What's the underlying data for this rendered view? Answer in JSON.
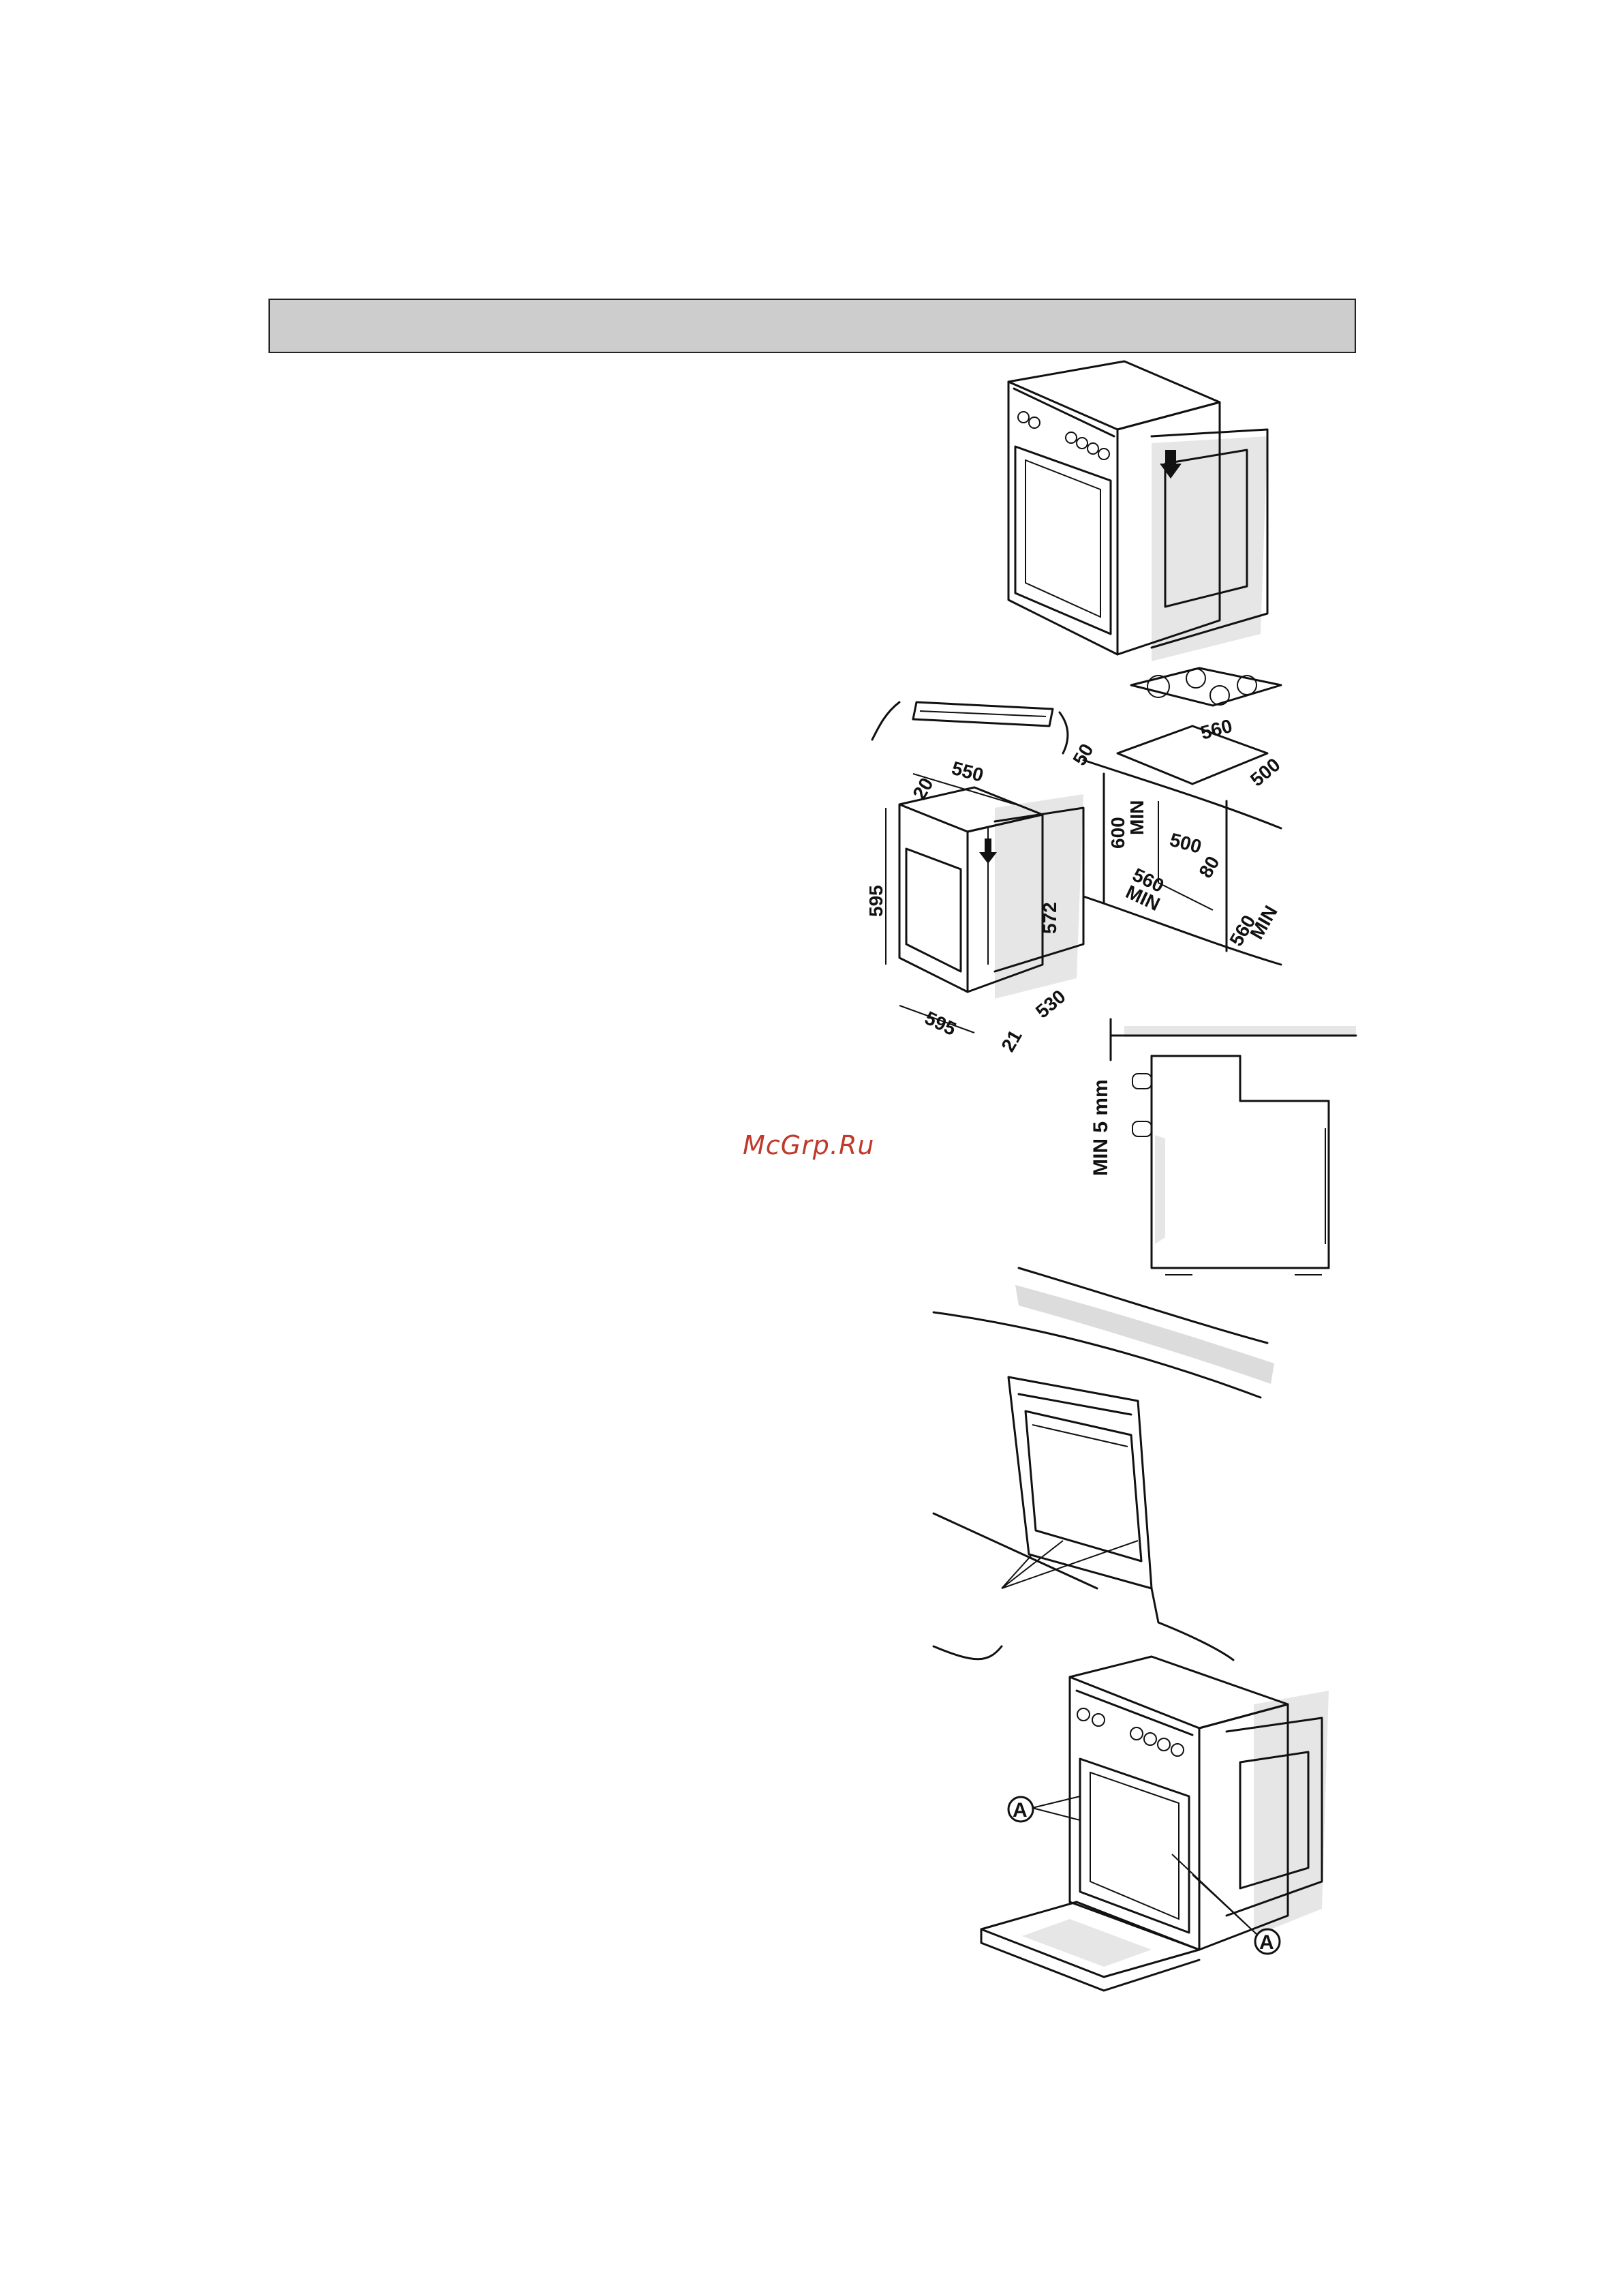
{
  "page": {
    "header": "",
    "watermark": "McGrp.Ru"
  },
  "figures": {
    "dimensions": {
      "w550": "550",
      "w20": "20",
      "h595": "595",
      "w595": "595",
      "h572": "572",
      "d530": "530",
      "d21": "21",
      "w560_top": "560",
      "d500_top": "500",
      "g50": "50",
      "h600": "600",
      "h600_min": "MIN",
      "w500_mid": "500",
      "g80": "80",
      "w560_mid": "560",
      "w560_mid_min": "MIN",
      "w560_side": "560",
      "w560_side_min": "MIN"
    },
    "clearance_label": "MIN 5 mm",
    "marker_a": "A"
  }
}
